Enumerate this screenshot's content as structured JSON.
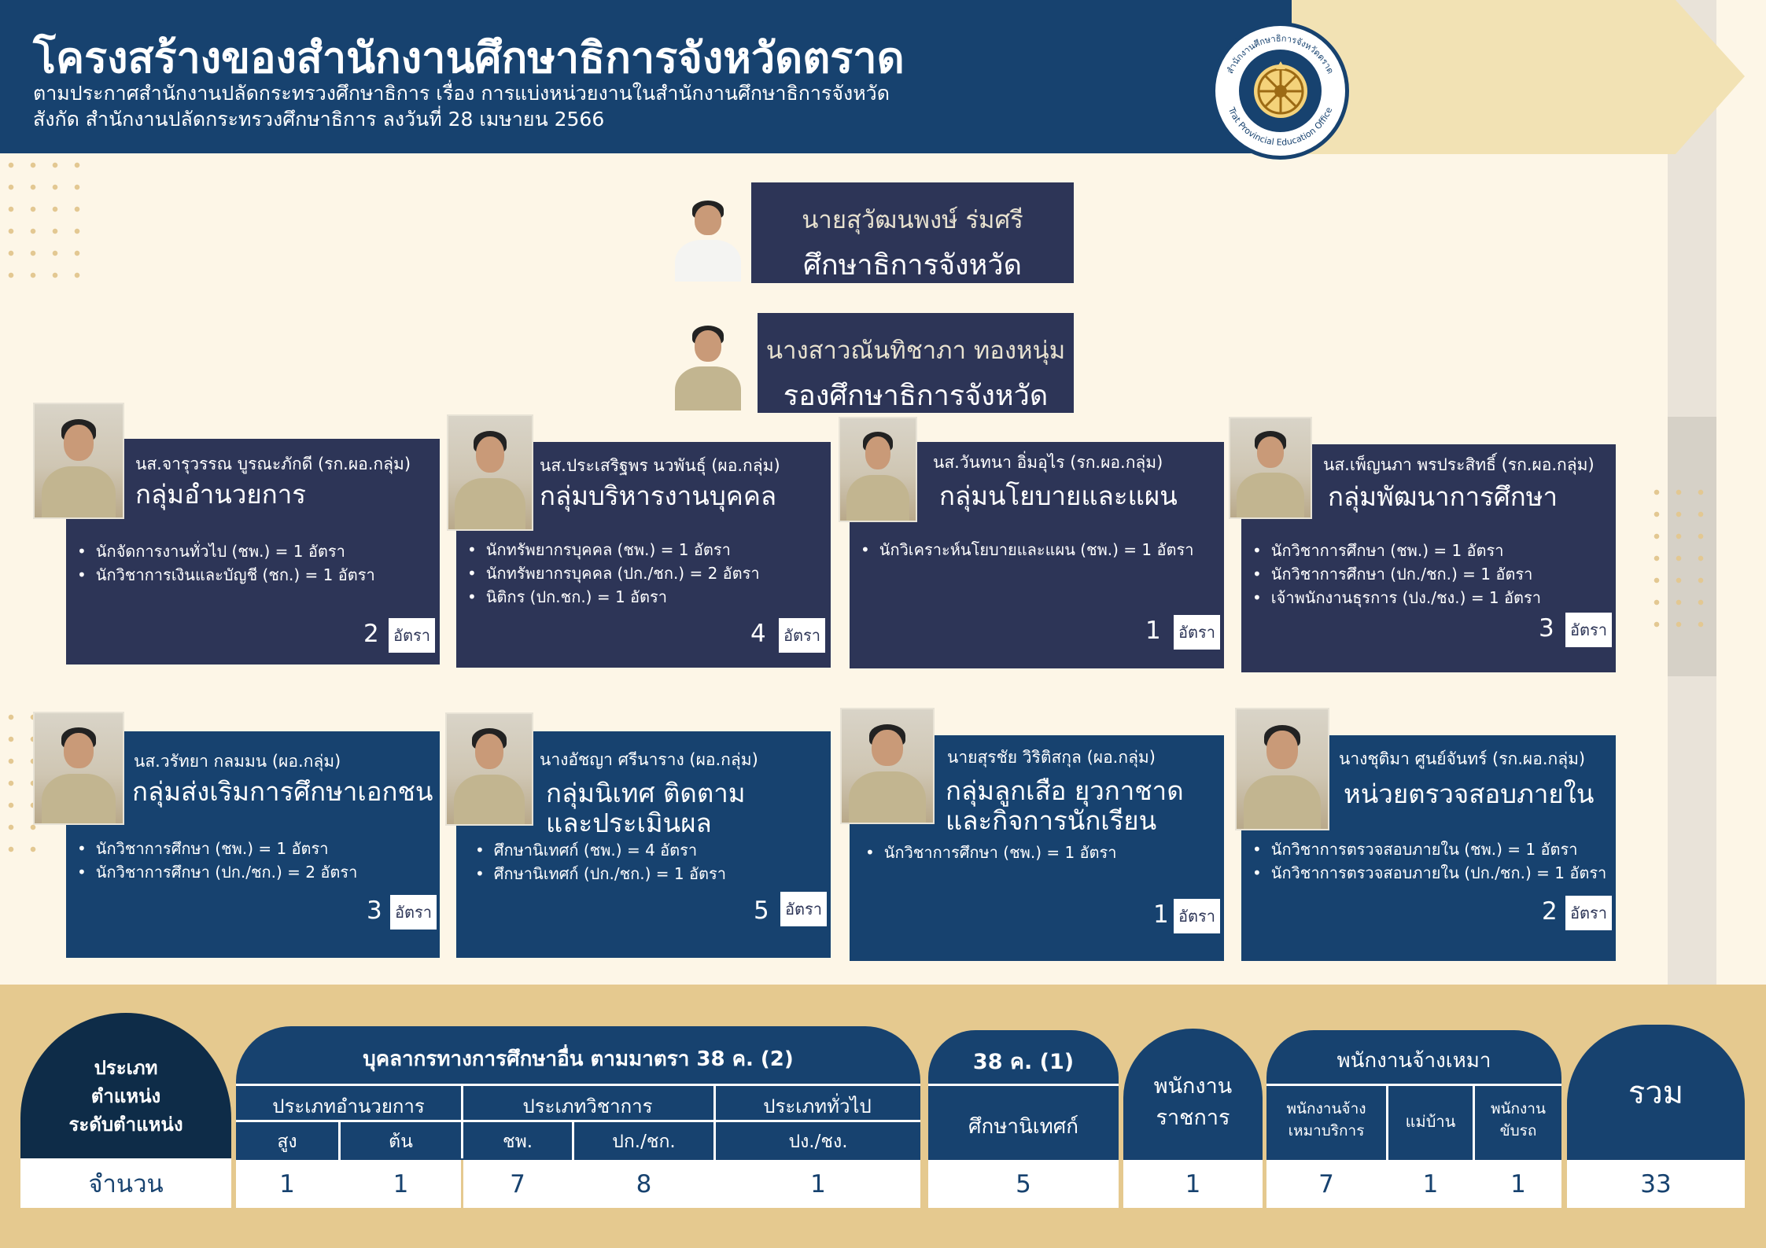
{
  "header": {
    "title": "โครงสร้างของสำนักงานศึกษาธิการจังหวัดตราด",
    "subtitle_line1": "ตามประกาศสำนักงานปลัดกระทรวงศึกษาธิการ เรื่อง การแบ่งหน่วยงานในสำนักงานศึกษาธิการจังหวัด",
    "subtitle_line2": "สังกัด สำนักงานปลัดกระทรวงศึกษาธิการ ลงวันที่ 28 เมษายน 2566"
  },
  "logo": {
    "ring_text_top": "สำนักงานศึกษาธิการจังหวัดตราด",
    "ring_text_bottom": "Trat Provincial Education Office"
  },
  "director": {
    "name": "นายสุวัฒนพงษ์ ร่มศรี",
    "title": "ศึกษาธิการจังหวัด"
  },
  "deputy": {
    "name": "นางสาวณันทิชาภา ทองหนุ่ม",
    "title": "รองศึกษาธิการจังหวัด"
  },
  "unit_label": "อัตรา",
  "groups": [
    {
      "head": "นส.จารุวรรณ บูรณะภักดี (รก.ผอ.กลุ่ม)",
      "name": "กลุ่มอำนวยการ",
      "name2": "",
      "items": [
        "นักจัดการงานทั่วไป (ชพ.)  = 1  อัตรา",
        "นักวิชาการเงินและบัญชี (ชก.) = 1 อัตรา"
      ],
      "count": "2"
    },
    {
      "head": "นส.ประเสริฐพร นวพันธุ์ (ผอ.กลุ่ม)",
      "name": "กลุ่มบริหารงานบุคคล",
      "name2": "",
      "items": [
        "นักทรัพยากรบุคคล (ชพ.)  = 1  อัตรา",
        "นักทรัพยากรบุคคล  (ปก./ชก.) = 2 อัตรา",
        "นิติกร (ปก.ชก.) = 1 อัตรา"
      ],
      "count": "4"
    },
    {
      "head": "นส.วันทนา อิ่มอุไร (รก.ผอ.กลุ่ม)",
      "name": "กลุ่มนโยบายและแผน",
      "name2": "",
      "items": [
        "นักวิเคราะห์นโยบายและแผน (ชพ.)  = 1  อัตรา"
      ],
      "count": "1"
    },
    {
      "head": "นส.เพ็ญนภา พรประสิทธิ์ (รก.ผอ.กลุ่ม)",
      "name": "กลุ่มพัฒนาการศึกษา",
      "name2": "",
      "items": [
        "นักวิชาการศึกษา (ชพ.)  = 1  อัตรา",
        "นักวิชาการศึกษา (ปก./ชก.) = 1 อัตรา",
        "เจ้าพนักงานธุรการ (ปง./ชง.) = 1 อัตรา"
      ],
      "count": "3"
    },
    {
      "head": "นส.วรัทยา กลมมน (ผอ.กลุ่ม)",
      "name": "กลุ่มส่งเริมการศึกษาเอกชน",
      "name2": "",
      "items": [
        "นักวิชาการศึกษา (ชพ.)  = 1  อัตรา",
        "นักวิชาการศึกษา (ปก./ชก.) = 2 อัตรา"
      ],
      "count": "3"
    },
    {
      "head": "นางอัชญา ศรีนาราง (ผอ.กลุ่ม)",
      "name": "กลุ่มนิเทศ ติดตาม",
      "name2": "และประเมินผล",
      "items": [
        "ศึกษานิเทศก์ (ชพ.)  = 4  อัตรา",
        "ศึกษานิเทศก์ (ปก./ชก.) = 1 อัตรา"
      ],
      "count": "5"
    },
    {
      "head": "นายสุรชัย วิริติสกุล (ผอ.กลุ่ม)",
      "name": "กลุ่มลูกเสือ ยุวกาชาด",
      "name2": "และกิจการนักเรียน",
      "items": [
        "นักวิชาการศึกษา (ชพ.)  = 1  อัตรา"
      ],
      "count": "1"
    },
    {
      "head": "นางชุติมา ศูนย์จันทร์ (รก.ผอ.กลุ่ม)",
      "name": "หน่วยตรวจสอบภายใน",
      "name2": "",
      "items": [
        "นักวิชาการตรวจสอบภายใน (ชพ.)  = 1  อัตรา",
        "นักวิชาการตรวจสอบภายใน (ปก./ชก.) = 1 อัตรา"
      ],
      "count": "2"
    }
  ],
  "summary": {
    "row_header": [
      "ประเภท",
      "ตำแหน่ง",
      "ระดับตำแหน่ง"
    ],
    "row_label": "จำนวน",
    "section_38c2": "บุคลากรทางการศึกษาอื่น ตามมาตรา 38 ค. (2)",
    "cat_admin": "ประเภทอำนวยการ",
    "cat_academic": "ประเภทวิชาการ",
    "cat_general": "ประเภททั่วไป",
    "lv_high": "สูง",
    "lv_low": "ต้น",
    "lv_chp": "ชพ.",
    "lv_pk": "ปก./ชก.",
    "lv_pg": "ปง./ชง.",
    "section_38c1": "38 ค. (1)",
    "supervisor": "ศึกษานิเทศก์",
    "gov_1": "พนักงาน",
    "gov_2": "ราชการ",
    "contract": "พนักงานจ้างเหมา",
    "contract_service_1": "พนักงานจ้าง",
    "contract_service_2": "เหมาบริการ",
    "housekeeper": "แม่บ้าน",
    "driver_1": "พนักงาน",
    "driver_2": "ขับรถ",
    "total_label": "รวม",
    "values": {
      "high": "1",
      "low": "1",
      "chp": "7",
      "pk": "8",
      "pg": "1",
      "supervisor": "5",
      "gov": "1",
      "contract_service": "7",
      "housekeeper": "1",
      "driver": "1",
      "total": "33"
    }
  },
  "colors": {
    "navy": "#2d3557",
    "blue": "#17426f",
    "cream": "#fdf6e7",
    "gold": "#e5c98f"
  }
}
